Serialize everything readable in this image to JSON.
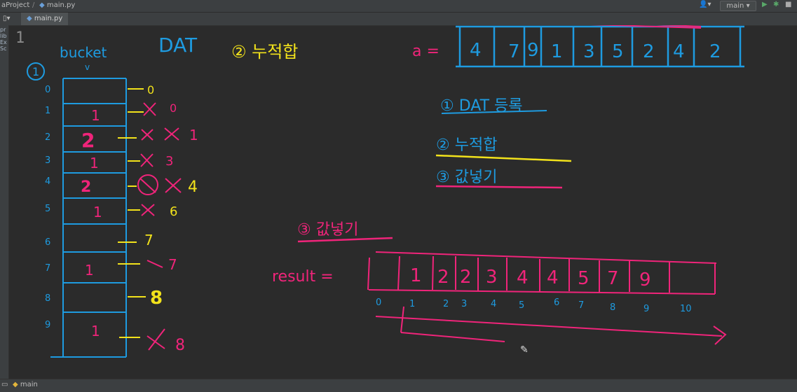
{
  "titlebar": {
    "project": "aProject",
    "separator": "/",
    "file": "main.py",
    "user_icon": "user-icon",
    "branch": "main"
  },
  "tabs": [
    {
      "label": "main.py"
    }
  ],
  "left_panel": {
    "items": [
      "pr",
      "lib",
      "Ex",
      "Sc"
    ]
  },
  "editor": {
    "line_number": "1"
  },
  "bottombar": {
    "run_label": "main"
  },
  "colors": {
    "editor_bg": "#2b2b2b",
    "blue": "#1e9be0",
    "pink": "#f0247a",
    "yellow": "#f2e21b",
    "red_x": "#f2246a"
  },
  "whiteboard": {
    "top_label": "DAT",
    "bucket_label": "bucket",
    "step_circle_1": "1",
    "bucket_index": [
      "0",
      "1",
      "2",
      "3",
      "4",
      "5",
      "6",
      "7",
      "8",
      "9"
    ],
    "bucket_counts": [
      "",
      "1",
      "2",
      "1",
      "2",
      "1",
      "",
      "1",
      "",
      "1"
    ],
    "cumulative_right": [
      "0",
      "0",
      "1",
      "3",
      "4",
      "6",
      "7",
      "7",
      "8",
      "8"
    ],
    "heading_2": "② 누적합",
    "array_label": "a =",
    "array_values": [
      "4",
      "7",
      "9",
      "1",
      "3",
      "5",
      "2",
      "4",
      "2"
    ],
    "steps": [
      "① DAT 등록",
      "② 누적합",
      "③ 값넣기"
    ],
    "step3_label": "③ 값넣기",
    "result_label": "result =",
    "result_values": [
      "",
      "1",
      "2",
      "2",
      "3",
      "4",
      "4",
      "5",
      "7",
      "9",
      ""
    ],
    "result_index": [
      "0",
      "1",
      "2",
      "3",
      "4",
      "5",
      "6",
      "7",
      "8",
      "9",
      "10"
    ]
  }
}
